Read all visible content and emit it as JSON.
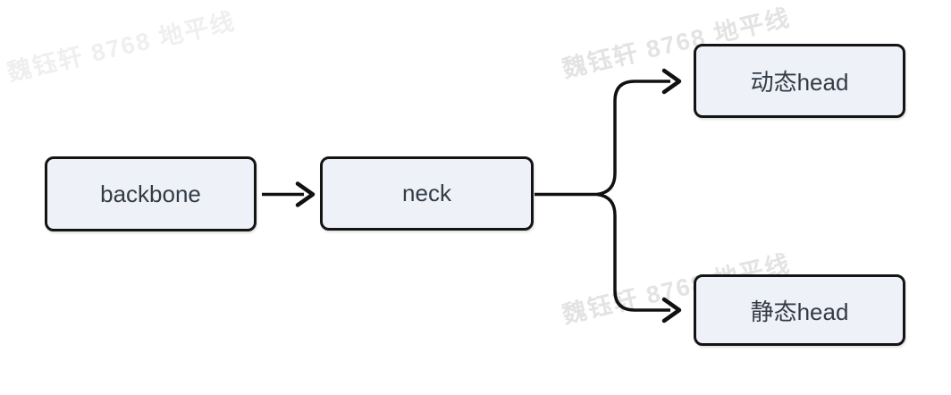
{
  "diagram": {
    "type": "flowchart",
    "nodes": [
      {
        "id": "backbone",
        "label": "backbone"
      },
      {
        "id": "neck",
        "label": "neck"
      },
      {
        "id": "dynamic-head",
        "label": "动态head"
      },
      {
        "id": "static-head",
        "label": "静态head"
      }
    ],
    "edges": [
      {
        "from": "backbone",
        "to": "neck"
      },
      {
        "from": "neck",
        "to": "dynamic-head"
      },
      {
        "from": "neck",
        "to": "static-head"
      }
    ],
    "colors": {
      "background": "#ffffff",
      "node_fill": "#eef1f8",
      "node_border": "#141414",
      "node_text": "#333b46",
      "edge_stroke": "#111111",
      "watermark_light": "#efefef",
      "watermark": "#e3e3e3"
    }
  },
  "watermark": {
    "text": "魏钰轩 8768 地平线"
  }
}
